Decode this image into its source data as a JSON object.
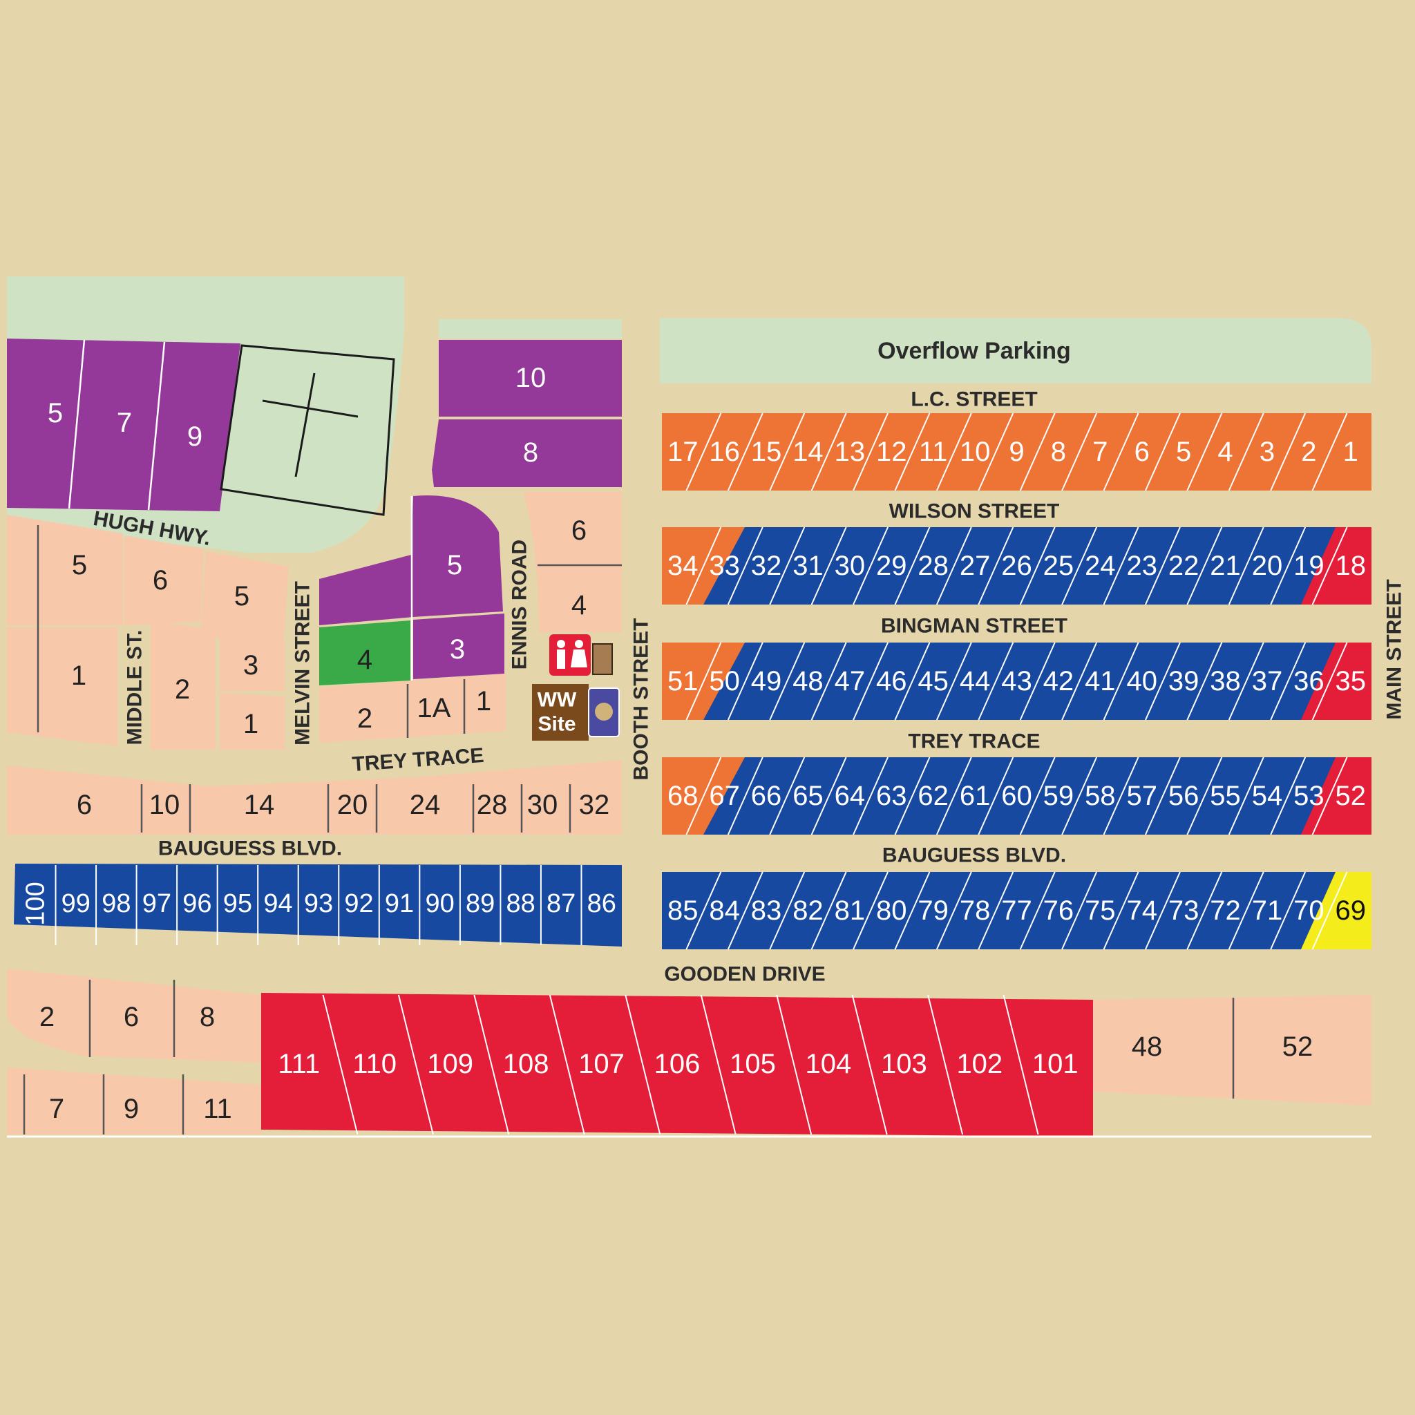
{
  "colors": {
    "background": "#e4d5ab",
    "green_area": "#cfe3c4",
    "purple": "#94399a",
    "green_lot": "#3aaa48",
    "peach": "#f8c8ab",
    "orange": "#ee7436",
    "blue": "#1749a0",
    "red": "#e41e39",
    "yellow": "#f4ec1b",
    "brown": "#7a4a1d"
  },
  "streets": {
    "lc_street": "L.C. STREET",
    "wilson_street": "WILSON STREET",
    "bingman_street": "BINGMAN STREET",
    "trey_trace_east": "TREY TRACE",
    "bauguess_east": "BAUGUESS BLVD.",
    "gooden_drive": "GOODEN DRIVE",
    "main_street": "MAIN STREET",
    "booth_street": "BOOTH STREET",
    "ennis_road": "ENNIS ROAD",
    "melvin_street": "MELVIN STREET",
    "middle_st": "MIDDLE ST.",
    "hugh_hwy": "HUGH HWY.",
    "trey_trace_west": "TREY TRACE",
    "bauguess_west": "BAUGUESS BLVD."
  },
  "overflow_parking": "Overflow Parking",
  "ww_site": [
    "WW",
    "Site"
  ],
  "icons": [
    "restroom-icon",
    "info-badge-icon",
    "cemetery-cross-icon"
  ],
  "rows": {
    "lc": [
      "17",
      "16",
      "15",
      "14",
      "13",
      "12",
      "11",
      "10",
      "9",
      "8",
      "7",
      "6",
      "5",
      "4",
      "3",
      "2",
      "1"
    ],
    "wilson": [
      "34",
      "33",
      "32",
      "31",
      "30",
      "29",
      "28",
      "27",
      "26",
      "25",
      "24",
      "23",
      "22",
      "21",
      "20",
      "19",
      "18"
    ],
    "bingman": [
      "51",
      "50",
      "49",
      "48",
      "47",
      "46",
      "45",
      "44",
      "43",
      "42",
      "41",
      "40",
      "39",
      "38",
      "37",
      "36",
      "35"
    ],
    "trey": [
      "68",
      "67",
      "66",
      "65",
      "64",
      "63",
      "62",
      "61",
      "60",
      "59",
      "58",
      "57",
      "56",
      "55",
      "54",
      "53",
      "52"
    ],
    "bauguess": [
      "85",
      "84",
      "83",
      "82",
      "81",
      "80",
      "79",
      "78",
      "77",
      "76",
      "75",
      "74",
      "73",
      "72",
      "71",
      "70",
      "69"
    ],
    "west_bauguess": [
      "100",
      "99",
      "98",
      "97",
      "96",
      "95",
      "94",
      "93",
      "92",
      "91",
      "90",
      "89",
      "88",
      "87",
      "86"
    ],
    "trey_south": [
      "6",
      "10",
      "14",
      "20",
      "24",
      "28",
      "30",
      "32"
    ],
    "gooden_red": [
      "111",
      "110",
      "109",
      "108",
      "107",
      "106",
      "105",
      "104",
      "103",
      "102",
      "101"
    ],
    "gooden_peach": [
      "48",
      "52"
    ],
    "gooden_west": [
      "2",
      "6",
      "8"
    ],
    "bottom_west": [
      "7",
      "9",
      "11"
    ]
  },
  "lots": {
    "purple_top": [
      "5",
      "7",
      "9"
    ],
    "purple_right": [
      "10",
      "8"
    ],
    "ennis_peach": [
      "6",
      "4"
    ],
    "hugh_south": [
      "5",
      "6",
      "5"
    ],
    "west_block": [
      "1",
      "2",
      "3",
      "1"
    ],
    "center_purple": [
      "5",
      "3"
    ],
    "center_green": "4",
    "center_peach": [
      "2",
      "1A",
      "1"
    ]
  }
}
